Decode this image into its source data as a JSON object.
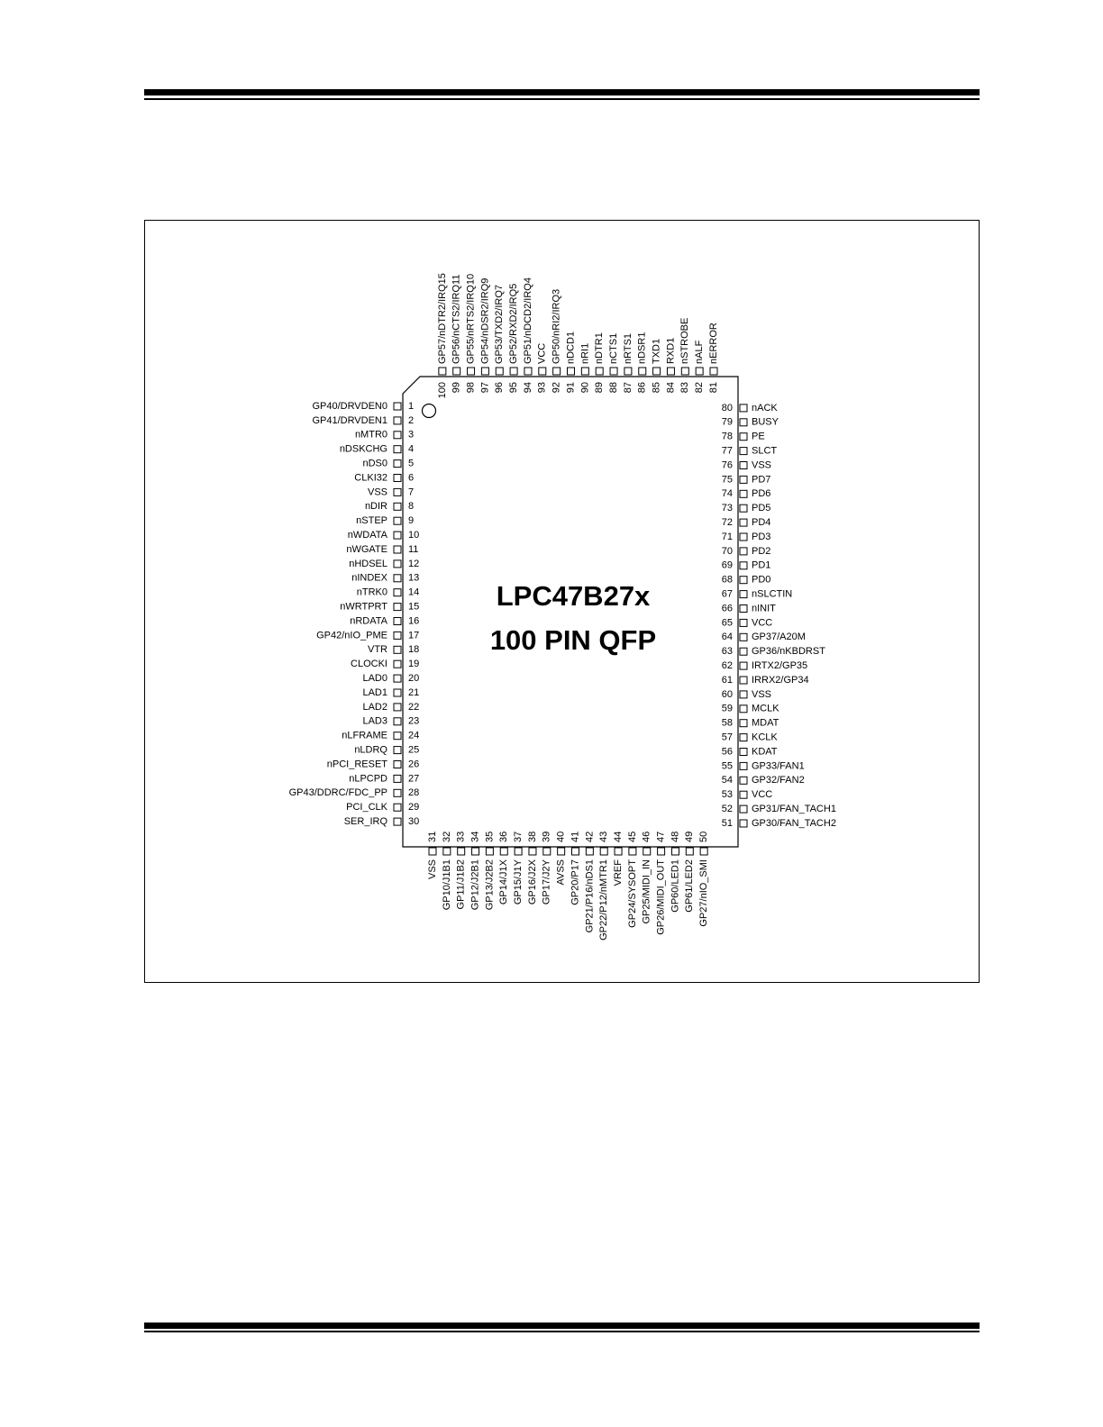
{
  "chip": {
    "name": "LPC47B27x",
    "package": "100 PIN QFP"
  },
  "pins": {
    "left": [
      {
        "num": "1",
        "name": "GP40/DRVDEN0"
      },
      {
        "num": "2",
        "name": "GP41/DRVDEN1"
      },
      {
        "num": "3",
        "name": "nMTR0"
      },
      {
        "num": "4",
        "name": "nDSKCHG"
      },
      {
        "num": "5",
        "name": "nDS0"
      },
      {
        "num": "6",
        "name": "CLKI32"
      },
      {
        "num": "7",
        "name": "VSS"
      },
      {
        "num": "8",
        "name": "nDIR"
      },
      {
        "num": "9",
        "name": "nSTEP"
      },
      {
        "num": "10",
        "name": "nWDATA"
      },
      {
        "num": "11",
        "name": "nWGATE"
      },
      {
        "num": "12",
        "name": "nHDSEL"
      },
      {
        "num": "13",
        "name": "nINDEX"
      },
      {
        "num": "14",
        "name": "nTRK0"
      },
      {
        "num": "15",
        "name": "nWRTPRT"
      },
      {
        "num": "16",
        "name": "nRDATA"
      },
      {
        "num": "17",
        "name": "GP42/nIO_PME"
      },
      {
        "num": "18",
        "name": "VTR"
      },
      {
        "num": "19",
        "name": "CLOCKI"
      },
      {
        "num": "20",
        "name": "LAD0"
      },
      {
        "num": "21",
        "name": "LAD1"
      },
      {
        "num": "22",
        "name": "LAD2"
      },
      {
        "num": "23",
        "name": "LAD3"
      },
      {
        "num": "24",
        "name": "nLFRAME"
      },
      {
        "num": "25",
        "name": "nLDRQ"
      },
      {
        "num": "26",
        "name": "nPCI_RESET"
      },
      {
        "num": "27",
        "name": "nLPCPD"
      },
      {
        "num": "28",
        "name": "GP43/DDRC/FDC_PP"
      },
      {
        "num": "29",
        "name": "PCI_CLK"
      },
      {
        "num": "30",
        "name": "SER_IRQ"
      }
    ],
    "bottom": [
      {
        "num": "31",
        "name": "VSS"
      },
      {
        "num": "32",
        "name": "GP10/J1B1"
      },
      {
        "num": "33",
        "name": "GP11/J1B2"
      },
      {
        "num": "34",
        "name": "GP12/J2B1"
      },
      {
        "num": "35",
        "name": "GP13/J2B2"
      },
      {
        "num": "36",
        "name": "GP14/J1X"
      },
      {
        "num": "37",
        "name": "GP15/J1Y"
      },
      {
        "num": "38",
        "name": "GP16/J2X"
      },
      {
        "num": "39",
        "name": "GP17/J2Y"
      },
      {
        "num": "40",
        "name": "AVSS"
      },
      {
        "num": "41",
        "name": "GP20/P17"
      },
      {
        "num": "42",
        "name": "GP21/P16/nDS1"
      },
      {
        "num": "43",
        "name": "GP22/P12/nMTR1"
      },
      {
        "num": "44",
        "name": "VREF"
      },
      {
        "num": "45",
        "name": "GP24/SYSOPT"
      },
      {
        "num": "46",
        "name": "GP25/MIDI_IN"
      },
      {
        "num": "47",
        "name": "GP26/MIDI_OUT"
      },
      {
        "num": "48",
        "name": "GP60/LED1"
      },
      {
        "num": "49",
        "name": "GP61/LED2"
      },
      {
        "num": "50",
        "name": "GP27/nIO_SMI"
      }
    ],
    "right": [
      {
        "num": "51",
        "name": "GP30/FAN_TACH2"
      },
      {
        "num": "52",
        "name": "GP31/FAN_TACH1"
      },
      {
        "num": "53",
        "name": "VCC"
      },
      {
        "num": "54",
        "name": "GP32/FAN2"
      },
      {
        "num": "55",
        "name": "GP33/FAN1"
      },
      {
        "num": "56",
        "name": "KDAT"
      },
      {
        "num": "57",
        "name": "KCLK"
      },
      {
        "num": "58",
        "name": "MDAT"
      },
      {
        "num": "59",
        "name": "MCLK"
      },
      {
        "num": "60",
        "name": "VSS"
      },
      {
        "num": "61",
        "name": "IRRX2/GP34"
      },
      {
        "num": "62",
        "name": "IRTX2/GP35"
      },
      {
        "num": "63",
        "name": "GP36/nKBDRST"
      },
      {
        "num": "64",
        "name": "GP37/A20M"
      },
      {
        "num": "65",
        "name": "VCC"
      },
      {
        "num": "66",
        "name": "nINIT"
      },
      {
        "num": "67",
        "name": "nSLCTIN"
      },
      {
        "num": "68",
        "name": "PD0"
      },
      {
        "num": "69",
        "name": "PD1"
      },
      {
        "num": "70",
        "name": "PD2"
      },
      {
        "num": "71",
        "name": "PD3"
      },
      {
        "num": "72",
        "name": "PD4"
      },
      {
        "num": "73",
        "name": "PD5"
      },
      {
        "num": "74",
        "name": "PD6"
      },
      {
        "num": "75",
        "name": "PD7"
      },
      {
        "num": "76",
        "name": "VSS"
      },
      {
        "num": "77",
        "name": "SLCT"
      },
      {
        "num": "78",
        "name": "PE"
      },
      {
        "num": "79",
        "name": "BUSY"
      },
      {
        "num": "80",
        "name": "nACK"
      }
    ],
    "top": [
      {
        "num": "81",
        "name": "nERROR"
      },
      {
        "num": "82",
        "name": "nALF"
      },
      {
        "num": "83",
        "name": "nSTROBE"
      },
      {
        "num": "84",
        "name": "RXD1"
      },
      {
        "num": "85",
        "name": "TXD1"
      },
      {
        "num": "86",
        "name": "nDSR1"
      },
      {
        "num": "87",
        "name": "nRTS1"
      },
      {
        "num": "88",
        "name": "nCTS1"
      },
      {
        "num": "89",
        "name": "nDTR1"
      },
      {
        "num": "90",
        "name": "nRI1"
      },
      {
        "num": "91",
        "name": "nDCD1"
      },
      {
        "num": "92",
        "name": "GP50/nRI2/IRQ3"
      },
      {
        "num": "93",
        "name": "VCC"
      },
      {
        "num": "94",
        "name": "GP51/nDCD2/IRQ4"
      },
      {
        "num": "95",
        "name": "GP52/RXD2/IRQ5"
      },
      {
        "num": "96",
        "name": "GP53/TXD2/IRQ7"
      },
      {
        "num": "97",
        "name": "GP54/nDSR2/IRQ9"
      },
      {
        "num": "98",
        "name": "GP55/nRTS2/IRQ10"
      },
      {
        "num": "99",
        "name": "GP56/nCTS2/IRQ11"
      },
      {
        "num": "100",
        "name": "GP57/nDTR2/IRQ15"
      }
    ]
  }
}
